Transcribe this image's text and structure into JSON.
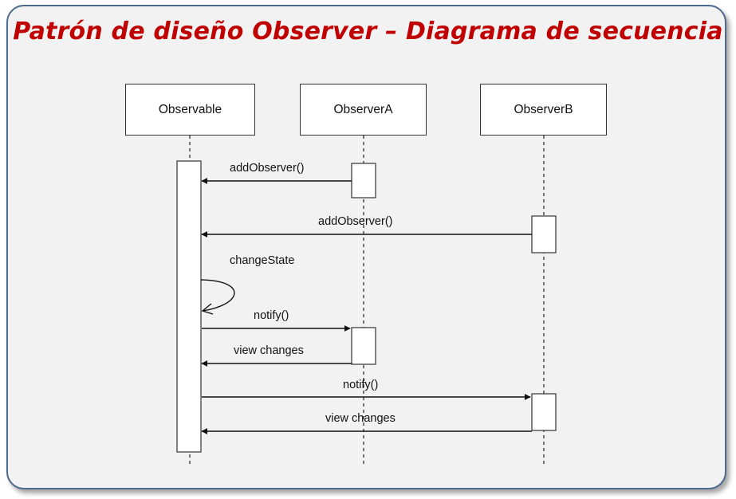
{
  "title": "Patrón de diseño Observer – Diagrama de secuencia",
  "participants": [
    "Observable",
    "ObserverA",
    "ObserverB"
  ],
  "messages": [
    {
      "label": "addObserver()",
      "from": "ObserverA",
      "to": "Observable"
    },
    {
      "label": "addObserver()",
      "from": "ObserverB",
      "to": "Observable"
    },
    {
      "label": "changeState",
      "from": "Observable",
      "to": "Observable"
    },
    {
      "label": "notify()",
      "from": "Observable",
      "to": "ObserverA"
    },
    {
      "label": "view changes",
      "from": "ObserverA",
      "to": "Observable"
    },
    {
      "label": "notify()",
      "from": "Observable",
      "to": "ObserverB"
    },
    {
      "label": "view changes",
      "from": "ObserverB",
      "to": "Observable"
    }
  ],
  "colors": {
    "title": "#c00000",
    "frame_border": "#4a6a8e",
    "background": "#f2f2f2"
  }
}
